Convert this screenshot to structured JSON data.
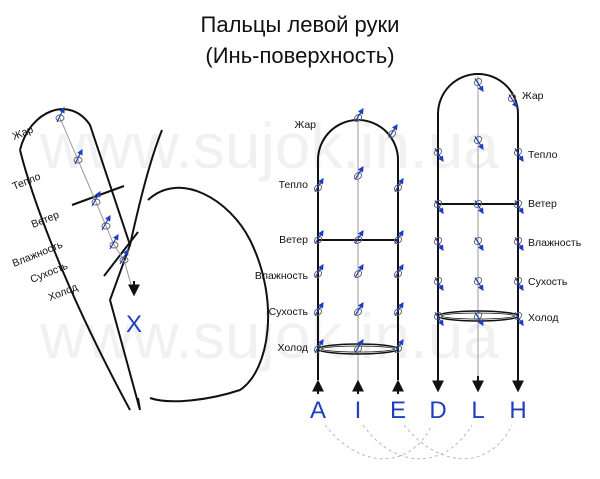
{
  "title": {
    "line1": "Пальцы левой руки",
    "line2": "(Инь-поверхность)"
  },
  "watermark": "www.sujok.in.ua",
  "hand": {
    "labels": [
      "Жар",
      "Тепло",
      "Ветер",
      "Влажность",
      "Сухость",
      "Холод"
    ],
    "marker": "X"
  },
  "left_finger": {
    "labels": [
      "Жар",
      "Тепло",
      "Ветер",
      "Влажность",
      "Сухость",
      "Холод"
    ],
    "channels": [
      "A",
      "I",
      "E"
    ]
  },
  "right_finger": {
    "labels": [
      "Жар",
      "Тепло",
      "Ветер",
      "Влажность",
      "Сухость",
      "Холод"
    ],
    "channels": [
      "D",
      "L",
      "H"
    ]
  },
  "colors": {
    "outline": "#111111",
    "inner_line": "#9a9a9a",
    "arrow": "#1f3fbf",
    "point": "#666666",
    "connector": "#b8b8b8",
    "channel_letter": "#1f3fbf"
  }
}
